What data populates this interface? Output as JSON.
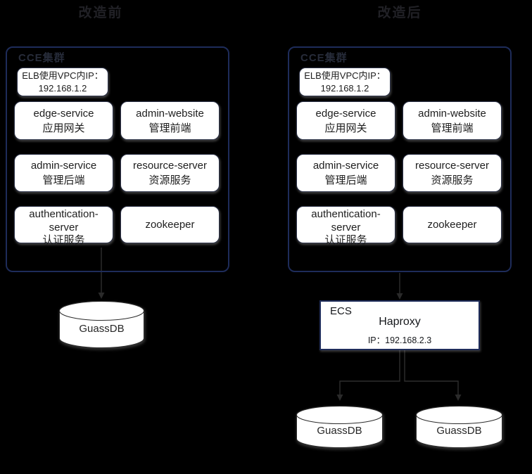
{
  "titles": {
    "before": "改造前",
    "after": "改造后"
  },
  "cluster": {
    "label": "CCE集群",
    "elb_line1": "ELB使用VPC内IP：",
    "elb_line2": "192.168.1.2",
    "services": [
      {
        "name": "edge-service",
        "desc": "应用网关"
      },
      {
        "name": "admin-website",
        "desc": "管理前端"
      },
      {
        "name": "admin-service",
        "desc": "管理后端"
      },
      {
        "name": "resource-server",
        "desc": "资源服务"
      },
      {
        "line1": "authentication-",
        "line2": "server",
        "line3": "认证服务"
      },
      {
        "name": "zookeeper"
      }
    ]
  },
  "ecs": {
    "label": "ECS",
    "title": "Haproxy",
    "ip": "IP：192.168.2.3"
  },
  "database_label": "GuassDB",
  "icons": [
    "down-arrow-connector",
    "database-cylinder"
  ],
  "colors": {
    "background": "#000000",
    "cluster_border": "#1e2c5a",
    "box_fill": "#ffffff",
    "box_text": "#1e1e1e",
    "dim_text": "#212126",
    "connector": "#2e2e2e"
  }
}
